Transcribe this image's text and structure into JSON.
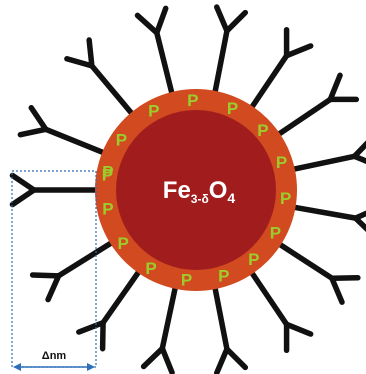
{
  "core_label": {
    "main": "Fe",
    "subscript": "3-δ",
    "element": "O",
    "element_subscript": "4"
  },
  "shell_marker": "P",
  "scale_label": "Δnm",
  "colors": {
    "outer_shell": "#d24a1f",
    "inner_core": "#a11d1d",
    "marker": "#9ccc2c",
    "branch": "#111111",
    "dim_line": "#2d6fb8"
  }
}
